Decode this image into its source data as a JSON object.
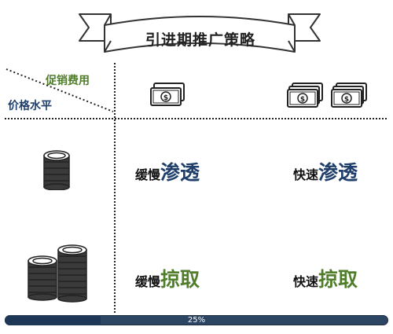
{
  "banner": {
    "title": "引进期推广策略"
  },
  "header": {
    "promo_label": "促销费用",
    "price_label": "价格水平"
  },
  "icons": {
    "low_promo": "single-banknote-icon",
    "high_promo": "double-banknote-icon",
    "low_price": "single-coin-stack-icon",
    "high_price": "double-coin-stack-icon"
  },
  "quadrants": {
    "top_left": {
      "prefix": "缓慢",
      "key": "渗透"
    },
    "top_right": {
      "prefix": "快速",
      "key": "渗透"
    },
    "bottom_left": {
      "prefix": "缓慢",
      "key": "掠取"
    },
    "bottom_right": {
      "prefix": "快速",
      "key": "掠取"
    }
  },
  "colors": {
    "penetration": "#1f3f6a",
    "skimming": "#4f7d2a",
    "promo_label": "#4f7d2a",
    "price_label": "#1f3f6a"
  },
  "progress": {
    "label": "25%",
    "fraction": 0.25
  }
}
